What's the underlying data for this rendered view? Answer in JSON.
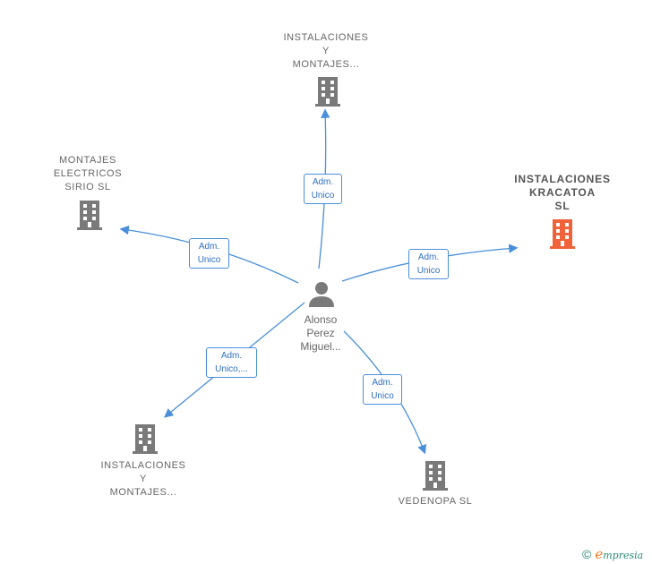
{
  "center": {
    "name": "Alonso\nPerez\nMiguel..."
  },
  "nodes": {
    "top": {
      "name": "INSTALACIONES\nY\nMONTAJES..."
    },
    "left": {
      "name": "MONTAJES\nELECTRICOS\nSIRIO SL"
    },
    "right": {
      "name": "INSTALACIONES\nKRACATOA\nSL"
    },
    "bottom_left": {
      "name": "INSTALACIONES\nY\nMONTAJES..."
    },
    "bottom_right": {
      "name": "VEDENOPA  SL"
    }
  },
  "edges": {
    "top": "Adm.\nUnico",
    "left": "Adm.\nUnico",
    "right": "Adm.\nUnico",
    "bottom_left": "Adm.\nUnico,...",
    "bottom_right": "Adm.\nUnico"
  },
  "footer": {
    "copyright": "©",
    "brand_initial": "e",
    "brand_rest": "mpresia"
  },
  "colors": {
    "edge": "#4a8fd9",
    "building": "#7a7a7a",
    "focus_building": "#f0623a",
    "person": "#7a7a7a"
  }
}
